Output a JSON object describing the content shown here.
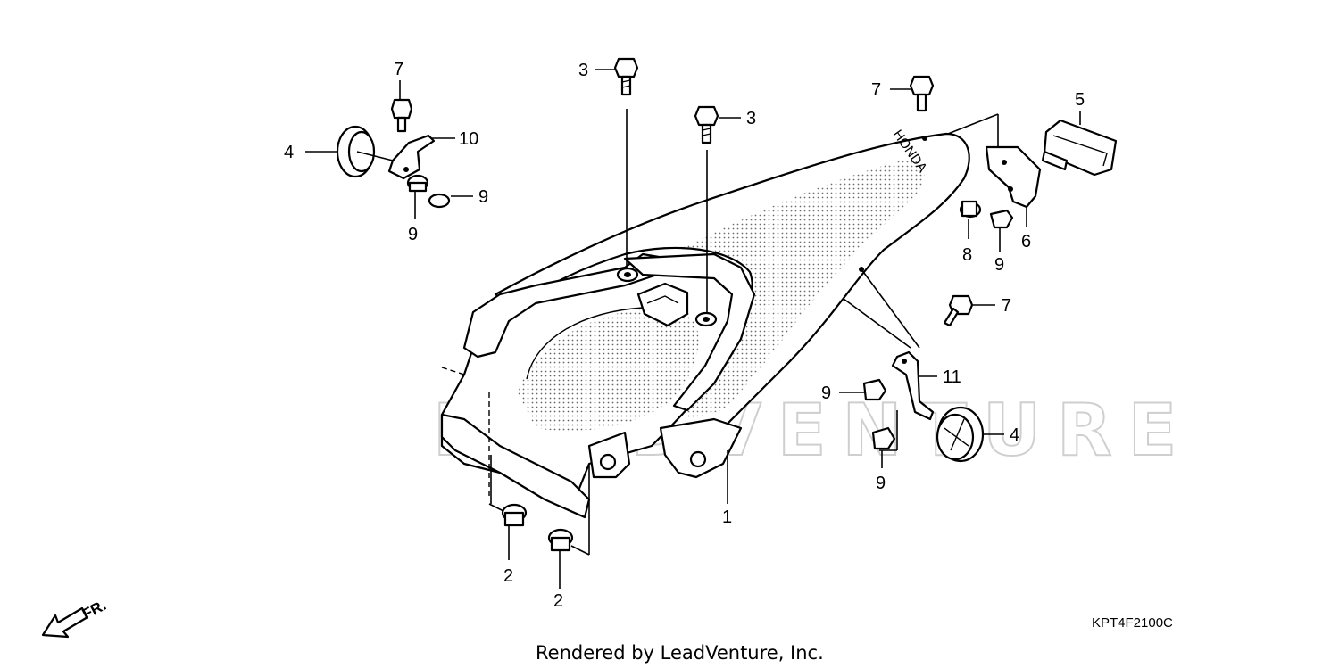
{
  "diagram": {
    "watermark": "LEADVENTURE",
    "fender_logo": "HONDA",
    "front_indicator": "FR.",
    "drawing_code": "KPT4F2100C",
    "credit": "Rendered by LeadVenture, Inc.",
    "callouts": [
      {
        "id": "c1",
        "label": "1"
      },
      {
        "id": "c2a",
        "label": "2"
      },
      {
        "id": "c2b",
        "label": "2"
      },
      {
        "id": "c3a",
        "label": "3"
      },
      {
        "id": "c3b",
        "label": "3"
      },
      {
        "id": "c4a",
        "label": "4"
      },
      {
        "id": "c4b",
        "label": "4"
      },
      {
        "id": "c5",
        "label": "5"
      },
      {
        "id": "c6",
        "label": "6"
      },
      {
        "id": "c7a",
        "label": "7"
      },
      {
        "id": "c7b",
        "label": "7"
      },
      {
        "id": "c7c",
        "label": "7"
      },
      {
        "id": "c8",
        "label": "8"
      },
      {
        "id": "c9a",
        "label": "9"
      },
      {
        "id": "c9b",
        "label": "9"
      },
      {
        "id": "c9c",
        "label": "9"
      },
      {
        "id": "c9d",
        "label": "9"
      },
      {
        "id": "c9e",
        "label": "9"
      },
      {
        "id": "c10",
        "label": "10"
      },
      {
        "id": "c11",
        "label": "11"
      }
    ]
  }
}
